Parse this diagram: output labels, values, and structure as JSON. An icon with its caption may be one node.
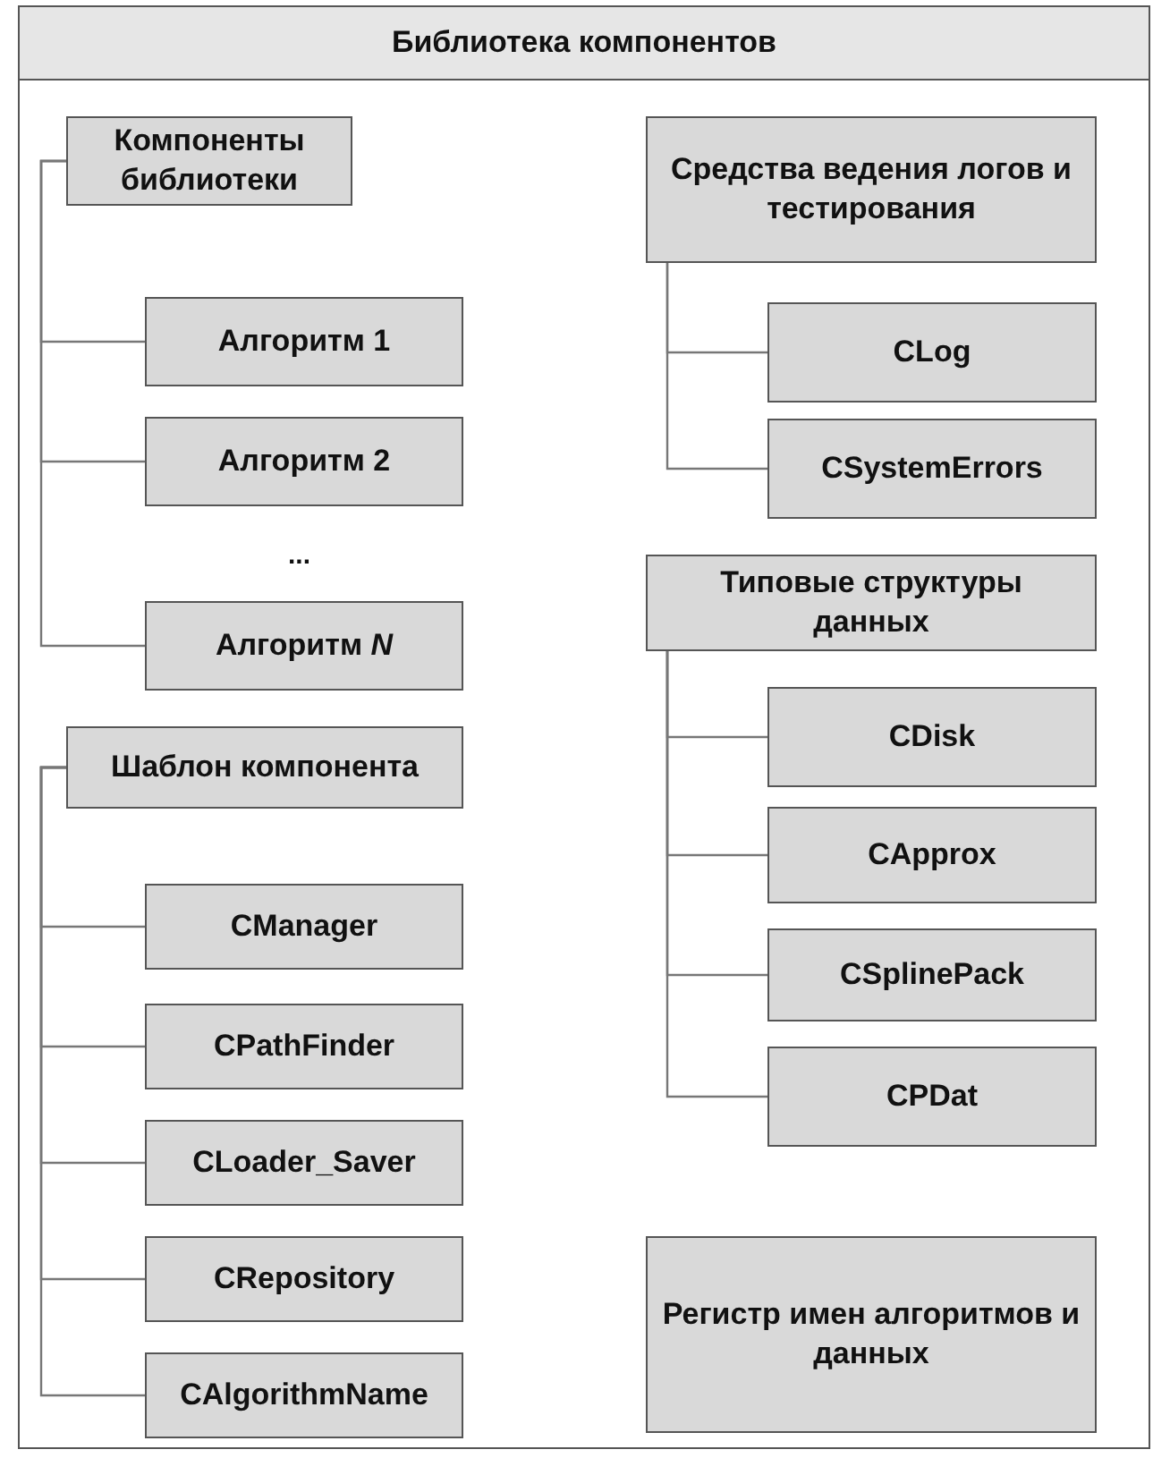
{
  "diagram": {
    "nodes": [
      {
        "text": [
          "Библиотека компонентов"
        ]
      },
      {
        "text": [
          "Компоненты библиотеки"
        ],
        "in": 0
      },
      {
        "text": [
          "Алгоритм 1"
        ],
        "in": 0
      },
      {
        "text": [
          "Алгоритм 2"
        ],
        "in": 0
      },
      {
        "text": [
          "Алгоритм *N*"
        ],
        "in": 0
      },
      {
        "text": [
          "Шаблон компонента"
        ],
        "in": 0
      },
      {
        "text": [
          "CManager"
        ],
        "in": 0
      },
      {
        "text": [
          "CPathFinder"
        ],
        "in": 0
      },
      {
        "text": [
          "CLoader_Saver"
        ],
        "in": 0
      },
      {
        "text": [
          "CRepository"
        ],
        "in": 0
      },
      {
        "text": [
          "CAlgorithmName"
        ],
        "in": 0
      },
      {
        "text": [
          "Средства ведения логов и тестирования"
        ],
        "in": 0
      },
      {
        "text": [
          "CLog"
        ],
        "in": 0
      },
      {
        "text": [
          "CSystemErrors"
        ],
        "in": 0
      },
      {
        "text": [
          "Типовые структуры данных"
        ],
        "in": 0
      },
      {
        "text": [
          "CDisk"
        ],
        "in": 0
      },
      {
        "text": [
          "CApprox"
        ],
        "in": 0
      },
      {
        "text": [
          "CSplinePack"
        ],
        "in": 0
      },
      {
        "text": [
          "CPDat"
        ],
        "in": 0
      },
      {
        "text": [
          "Регистр имен алгоритмов и данных"
        ],
        "in": 0
      }
    ],
    "edges": [
      {
        "from": 1,
        "to": 2,
        "arrow": "none"
      },
      {
        "from": 1,
        "to": 3,
        "arrow": "none"
      },
      {
        "from": 1,
        "to": 4,
        "arrow": "none"
      },
      {
        "from": 5,
        "to": 6,
        "arrow": "none"
      },
      {
        "from": 5,
        "to": 7,
        "arrow": "none"
      },
      {
        "from": 5,
        "to": 8,
        "arrow": "none"
      },
      {
        "from": 5,
        "to": 9,
        "arrow": "none"
      },
      {
        "from": 5,
        "to": 10,
        "arrow": "none"
      },
      {
        "from": 11,
        "to": 12,
        "arrow": "none"
      },
      {
        "from": 11,
        "to": 13,
        "arrow": "none"
      },
      {
        "from": 14,
        "to": 15,
        "arrow": "none"
      },
      {
        "from": 14,
        "to": 16,
        "arrow": "none"
      },
      {
        "from": 14,
        "to": 17,
        "arrow": "none"
      },
      {
        "from": 14,
        "to": 18,
        "arrow": "none"
      }
    ],
    "labels": [
      "..."
    ]
  }
}
